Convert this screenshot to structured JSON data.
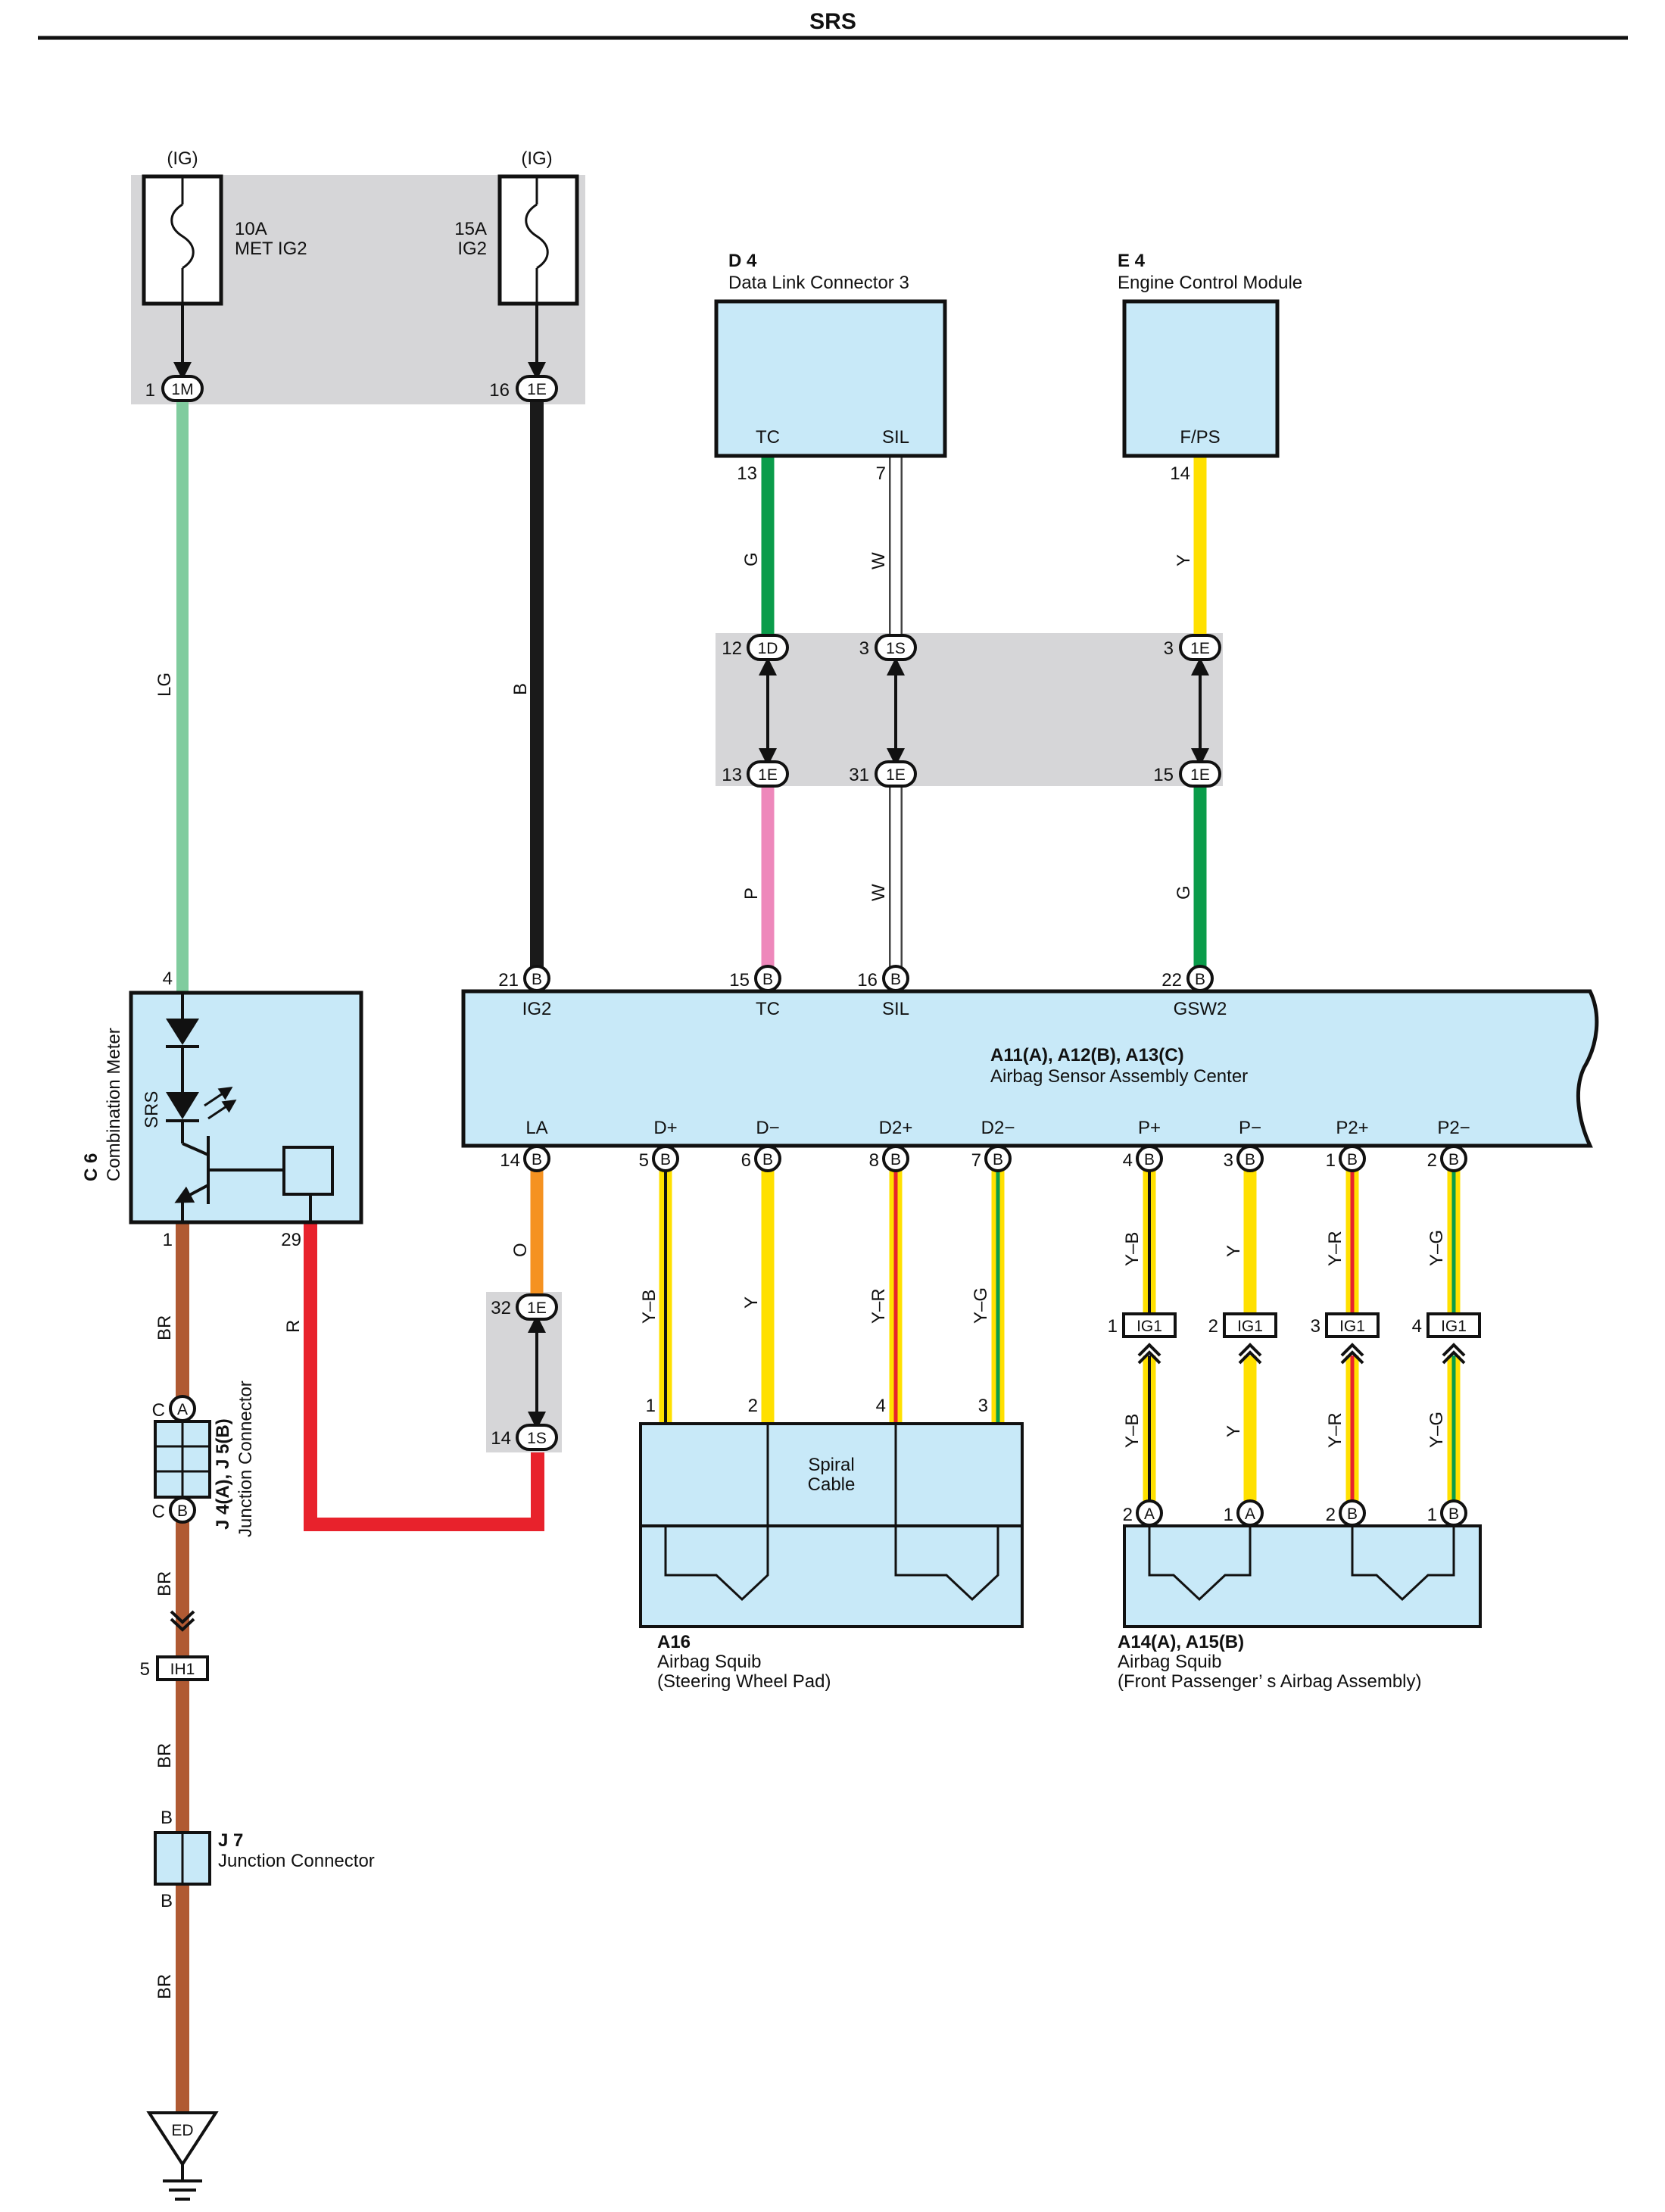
{
  "page_title": "SRS",
  "colors": {
    "LG": "#80cc9e",
    "B": "#1a1a1a",
    "G": "#0a9c4a",
    "W": "#ffffff",
    "Y": "#ffe000",
    "P": "#ee88bb",
    "O": "#f59221",
    "R": "#e8222c",
    "BR": "#b05a33",
    "stripeB": "#111111",
    "stripeR": "#e8222c",
    "stripeG": "#0a9c4a",
    "box": "#c8e9f8",
    "shade": "#d6d6d8"
  },
  "fuses": [
    {
      "ig": "(IG)",
      "rating": "10A",
      "name": "MET IG2",
      "pin": "1",
      "conn": "1M"
    },
    {
      "ig": "(IG)",
      "rating": "15A",
      "name": "IG2",
      "pin": "16",
      "conn": "1E"
    }
  ],
  "components": {
    "dlc": {
      "code": "D 4",
      "name": "Data Link Connector 3",
      "tc": "TC",
      "sil": "SIL",
      "pin_tc": "13",
      "pin_sil": "7"
    },
    "ecm": {
      "code": "E 4",
      "name": "Engine Control Module",
      "fps": "F/PS",
      "pin": "14"
    },
    "meter": {
      "code": "C 6",
      "name": "Combination Meter",
      "srs": "SRS",
      "pin_in": "4",
      "pin_gnd": "1",
      "pin_r": "29"
    },
    "sensor": {
      "code": "A11(A), A12(B), A13(C)",
      "name": "Airbag Sensor Assembly Center"
    },
    "jc1": {
      "code": "J 4(A), J 5(B)",
      "name": "Junction Connector",
      "top": "C",
      "top_conn": "A",
      "bot": "C",
      "bot_conn": "B"
    },
    "j7": {
      "code": "J 7",
      "name": "Junction Connector",
      "top": "B",
      "bot": "B"
    },
    "ground": {
      "label": "ED"
    },
    "spiral": {
      "line1": "Spiral",
      "line2": "Cable"
    },
    "squib1": {
      "code": "A16",
      "name": "Airbag Squib",
      "sub": "(Steering Wheel Pad)"
    },
    "squib2": {
      "code": "A14(A), A15(B)",
      "name": "Airbag Squib",
      "sub": "(Front Passenger’ s Airbag Assembly)"
    }
  },
  "sensor_top_pins": [
    {
      "pin": "21",
      "conn": "B",
      "label": "IG2"
    },
    {
      "pin": "15",
      "conn": "B",
      "label": "TC"
    },
    {
      "pin": "16",
      "conn": "B",
      "label": "SIL"
    },
    {
      "pin": "22",
      "conn": "B",
      "label": "GSW2"
    }
  ],
  "sensor_bottom_pins": [
    {
      "pin": "14",
      "conn": "B",
      "label": "LA"
    },
    {
      "pin": "5",
      "conn": "B",
      "label": "D+"
    },
    {
      "pin": "6",
      "conn": "B",
      "label": "D−"
    },
    {
      "pin": "8",
      "conn": "B",
      "label": "D2+"
    },
    {
      "pin": "7",
      "conn": "B",
      "label": "D2−"
    },
    {
      "pin": "4",
      "conn": "B",
      "label": "P+"
    },
    {
      "pin": "3",
      "conn": "B",
      "label": "P−"
    },
    {
      "pin": "1",
      "conn": "B",
      "label": "P2+"
    },
    {
      "pin": "2",
      "conn": "B",
      "label": "P2−"
    }
  ],
  "jb_upper": [
    {
      "pin": "12",
      "conn": "1D"
    },
    {
      "pin": "3",
      "conn": "1S"
    },
    {
      "pin": "3",
      "conn": "1E"
    }
  ],
  "jb_lower": [
    {
      "pin": "13",
      "conn": "1E"
    },
    {
      "pin": "31",
      "conn": "1E"
    },
    {
      "pin": "15",
      "conn": "1E"
    }
  ],
  "la_jb": {
    "pin_top": "32",
    "conn_top": "1E",
    "pin_bot": "14",
    "conn_bot": "1S"
  },
  "ig1": [
    {
      "pin": "1",
      "conn": "IG1"
    },
    {
      "pin": "2",
      "conn": "IG1"
    },
    {
      "pin": "3",
      "conn": "IG1"
    },
    {
      "pin": "4",
      "conn": "IG1"
    }
  ],
  "ih1": {
    "pin": "5",
    "conn": "IH1"
  },
  "spiral_pins": [
    "1",
    "2",
    "4",
    "3"
  ],
  "squib2_pins": [
    {
      "pin": "2",
      "conn": "A"
    },
    {
      "pin": "1",
      "conn": "A"
    },
    {
      "pin": "2",
      "conn": "B"
    },
    {
      "pin": "1",
      "conn": "B"
    }
  ],
  "wire_labels": {
    "lg": "LG",
    "b": "B",
    "tc_up": "G",
    "sil_up": "W",
    "fps_up": "Y",
    "tc_dn": "P",
    "sil_dn": "W",
    "fps_dn": "G",
    "meter_gnd": "BR",
    "meter_r": "R",
    "la": "O",
    "d_plus": "Y–B",
    "d_minus": "Y",
    "d2_plus": "Y–R",
    "d2_minus": "Y–G",
    "p_up": [
      "Y–B",
      "Y",
      "Y–R",
      "Y–G"
    ],
    "p_dn": [
      "Y–B",
      "Y",
      "Y–R",
      "Y–G"
    ],
    "br2": "BR",
    "br3": "BR",
    "br4": "BR"
  }
}
